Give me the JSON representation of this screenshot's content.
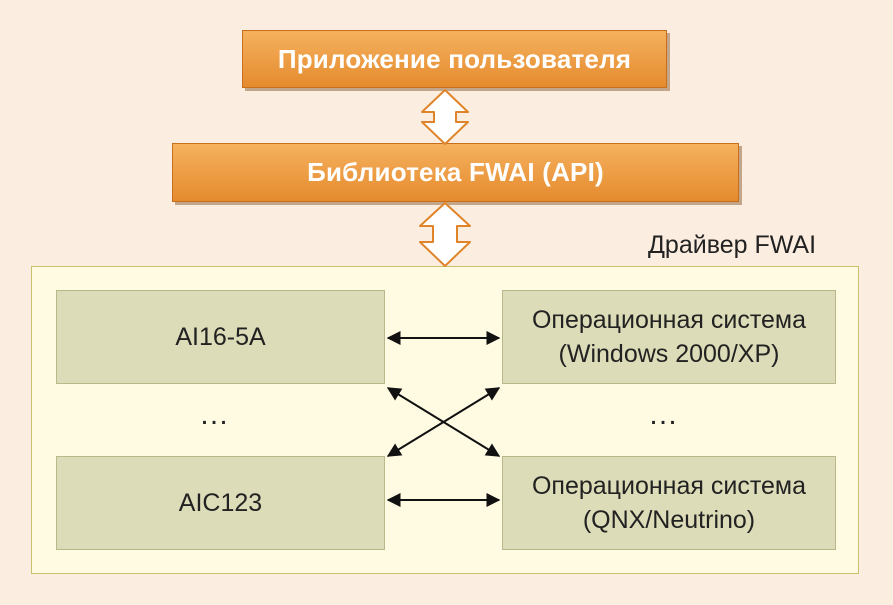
{
  "user_app": {
    "label": "Приложение пользователя"
  },
  "api_library": {
    "label": "Библиотека FWAI (API)"
  },
  "driver": {
    "label": "Драйвер FWAI",
    "devices": [
      {
        "label": "AI16-5A"
      },
      {
        "label": "AIC123"
      }
    ],
    "os_boxes": [
      {
        "line1": "Операционная система",
        "line2": "(Windows 2000/XP)"
      },
      {
        "line1": "Операционная система",
        "line2": "(QNX/Neutrino)"
      }
    ],
    "ellipsis_left": "…",
    "ellipsis_right": "…"
  },
  "colors": {
    "background": "#fbeee0",
    "orange_box": "#ec9a3c",
    "driver_fill": "#fffbe3",
    "green_box": "#dcdcb8"
  }
}
